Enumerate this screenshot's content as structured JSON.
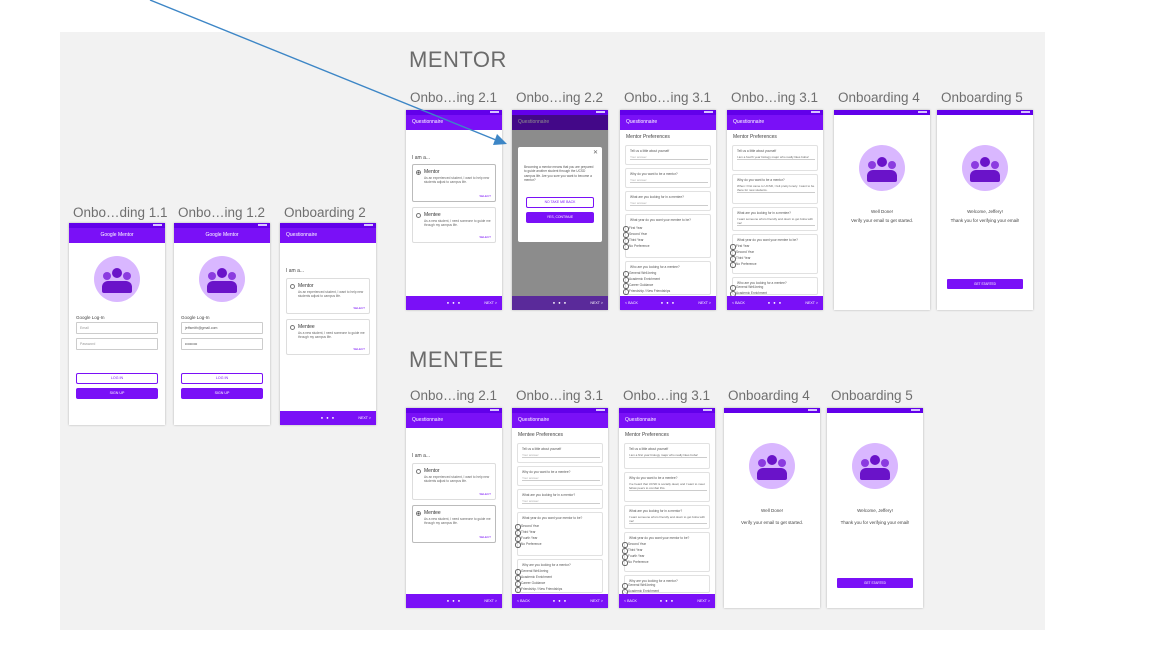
{
  "sections": {
    "mentor": "MENTOR",
    "mentee": "MENTEE"
  },
  "frames": {
    "f11": {
      "label": "Onbo…ding 1.1",
      "title": "Google Mentor",
      "login_label": "Google Log-In",
      "email_placeholder": "Email",
      "password_placeholder": "Password",
      "login_btn": "LOG IN",
      "signup_btn": "SIGN UP"
    },
    "f12": {
      "label": "Onbo…ing 1.2",
      "title": "Google Mentor",
      "login_label": "Google Log-In",
      "email_value": "jeffsmith@gmail.com",
      "password_value": "••••••••••",
      "login_btn": "LOG IN",
      "signup_btn": "SIGN UP"
    },
    "f2": {
      "label": "Onboarding 2",
      "title": "Questionnaire",
      "prompt": "I am a...",
      "mentor_title": "Mentor",
      "mentor_desc": "As an experienced student, I want to help new students adjust to campus life.",
      "mentee_title": "Mentee",
      "mentee_desc": "As a new student, I need someone to guide me through my campus life.",
      "select": "SELECT",
      "next": "NEXT >",
      "dots": "● ● ●"
    },
    "m21": {
      "label": "Onbo…ing 2.1",
      "title": "Questionnaire",
      "prompt": "I am a...",
      "mentor_title": "Mentor",
      "mentor_desc": "As an experienced student, I want to help new students adjust to campus life.",
      "mentee_title": "Mentee",
      "mentee_desc": "As a new student, I need someone to guide me through my campus life.",
      "select": "SELECT",
      "next": "NEXT >",
      "dots": "● ● ●"
    },
    "m22": {
      "label": "Onbo…ing 2.2",
      "title": "Questionnaire",
      "dialog_text": "Becoming a mentor means that you are prepared to guide another student through the UCSD campus life. Are you sure you want to become a mentor?",
      "go_back": "NO TAKE ME BACK",
      "continue": "YES, CONTINUE",
      "close": "✕",
      "next": "NEXT >",
      "dots": "● ● ●"
    },
    "m31a": {
      "label": "Onbo…ing 3.1",
      "title": "Questionnaire",
      "heading": "Mentor Preferences",
      "q1": "Tell us a little about yourself",
      "q1_ph": "Your answer",
      "q2": "Why do you want to be a mentor?",
      "q2_ph": "Your answer",
      "q3": "What are you looking for in a mentee?",
      "q3_ph": "Your answer",
      "q4": "What year do you want your mentee to be?",
      "opts": [
        "First Year",
        "Second Year",
        "Third Year",
        "No Preference"
      ],
      "q5": "Who are you looking for a mentee?",
      "opts2": [
        "General Well-being",
        "Academic Enrichment",
        "Career Guidance",
        "Friendship / New Friendships"
      ],
      "back": "< BACK",
      "next": "NEXT >",
      "dots": "● ● ●"
    },
    "m31b": {
      "label": "Onbo…ing 3.1",
      "title": "Questionnaire",
      "heading": "Mentor Preferences",
      "q1": "Tell us a little about yourself",
      "a1": "I am a fourth year biology major who really likes boba!",
      "q2": "Why do you want to be a mentor?",
      "a2": "When I first came to UCSD, I felt pretty lonely. I want to be there for new students.",
      "q3": "What are you looking for in a mentee?",
      "a3": "I want someone who's friendly and down to get boba with me!",
      "q4": "What year do you want your mentee to be?",
      "opts": [
        "First Year",
        "Second Year",
        "Third Year",
        "No Preference"
      ],
      "q5": "Who are you looking for a mentee?",
      "opts2": [
        "General Well-being",
        "Academic Enrichment"
      ],
      "back": "< BACK",
      "next": "NEXT >",
      "dots": "● ● ●"
    },
    "m4": {
      "label": "Onboarding 4",
      "line1": "Well Done!",
      "line2": "Verify your email to get started."
    },
    "m5": {
      "label": "Onboarding 5",
      "line1": "Welcome, Jeffery!",
      "line2": "Thank you for verifying your email!",
      "cta": "GET STARTED"
    },
    "e21": {
      "label": "Onbo…ing 2.1",
      "title": "Questionnaire",
      "prompt": "I am a...",
      "mentor_title": "Mentor",
      "mentor_desc": "As an experienced student, I want to help new students adjust to campus life.",
      "mentee_title": "Mentee",
      "mentee_desc": "As a new student, I need someone to guide me through my campus life.",
      "select": "SELECT",
      "next": "NEXT >",
      "dots": "● ● ●"
    },
    "e31a": {
      "label": "Onbo…ing 3.1",
      "title": "Questionnaire",
      "heading": "Mentee Preferences",
      "q1": "Tell us a little about yourself",
      "q1_ph": "Your answer",
      "q2": "Why do you want to be a mentee?",
      "q2_ph": "Your answer",
      "q3": "What are you looking for in a mentor?",
      "q3_ph": "Your answer",
      "q4": "What year do you want your mentor to be?",
      "opts": [
        "Second Year",
        "Third Year",
        "Fourth Year",
        "No Preference"
      ],
      "q5": "Why are you looking for a mentor?",
      "opts2": [
        "General Well-being",
        "Academic Enrichment",
        "Career Guidance",
        "Friendship / New Friendships"
      ],
      "back": "< BACK",
      "next": "NEXT >",
      "dots": "● ● ●"
    },
    "e31b": {
      "label": "Onbo…ing 3.1",
      "title": "Questionnaire",
      "heading": "Mentor Preferences",
      "q1": "Tell us a little about yourself",
      "a1": "I am a first year biology major who really likes boba!",
      "q2": "Why do you want to be a mentee?",
      "a2": "I've heard that UCSD is socially dead, and I want to meet fellow peers to combat this.",
      "q3": "What are you looking for in a mentor?",
      "a3": "I want someone who's friendly and down to get boba with me!",
      "q4": "What year do you want your mentor to be?",
      "opts": [
        "Second Year",
        "Third Year",
        "Fourth Year",
        "No Preference"
      ],
      "q5": "Why are you looking for a mentor?",
      "opts2": [
        "General Well-being",
        "Academic Enrichment"
      ],
      "back": "< BACK",
      "next": "NEXT >",
      "dots": "● ● ●"
    },
    "e4": {
      "label": "Onboarding 4",
      "line1": "Well Done!",
      "line2": "Verify your email to get started."
    },
    "e5": {
      "label": "Onboarding 5",
      "line1": "Welcome, Jeffery!",
      "line2": "Thank you for verifying your email!",
      "cta": "GET STARTED"
    }
  },
  "colors": {
    "primary": "#7a10f7",
    "status_bar": "#6200ea",
    "logo_bg": "#d9b7ff",
    "annotation_arrow": "#3d86c6"
  }
}
